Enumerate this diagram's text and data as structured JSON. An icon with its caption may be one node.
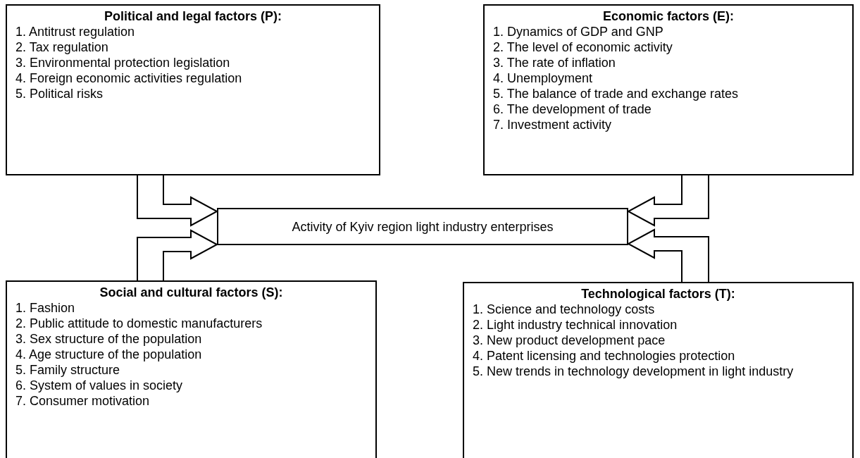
{
  "diagram": {
    "nodes": [
      {
        "text": [
          "Political and legal factors (P):",
          "1. Antitrust regulation",
          "2. Tax regulation",
          "3. Environmental protection legislation",
          "4. Foreign economic activities regulation",
          "5. Political risks"
        ]
      },
      {
        "text": [
          "Economic factors (E):",
          "1. Dynamics of GDP and GNP",
          "2. The level of economic activity",
          "3. The rate of inflation",
          "4. Unemployment",
          "5. The balance of trade and exchange rates",
          "6. The development of trade",
          "7. Investment activity"
        ]
      },
      {
        "text": [
          "Activity of Kyiv region light industry enterprises"
        ]
      },
      {
        "text": [
          "Social and cultural factors (S):",
          "1. Fashion",
          "2. Public attitude to domestic manufacturers",
          "3. Sex structure of the population",
          "4. Age structure of the population",
          "5. Family structure",
          "6. System of values in society",
          "7. Consumer motivation"
        ]
      },
      {
        "text": [
          "Technological factors (T):",
          "1. Science and technology costs",
          "2. Light industry technical innovation",
          "3. New product development pace",
          "4. Patent licensing and technologies protection",
          "5. New trends in technology development in light industry"
        ]
      }
    ],
    "edges": [
      {
        "from": 0,
        "to": 2,
        "arrow": "to"
      },
      {
        "from": 1,
        "to": 2,
        "arrow": "to"
      },
      {
        "from": 3,
        "to": 2,
        "arrow": "to"
      },
      {
        "from": 4,
        "to": 2,
        "arrow": "to"
      }
    ]
  }
}
